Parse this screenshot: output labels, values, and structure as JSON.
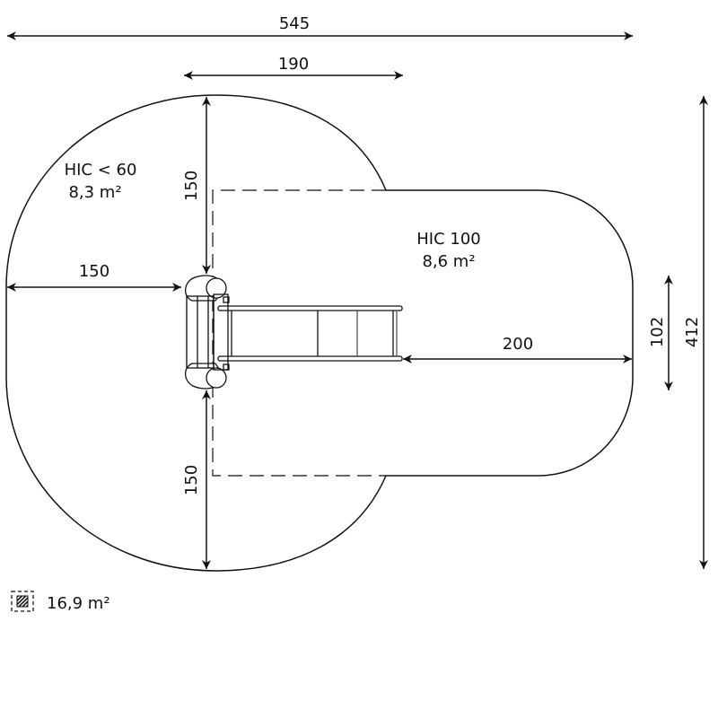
{
  "dimensions": {
    "total_width": "545",
    "equipment_width": "190",
    "top_depth": "150",
    "left_depth": "150",
    "bottom_depth": "150",
    "slide_exit": "200",
    "slide_width": "102",
    "total_height": "412"
  },
  "zones": {
    "hic60_label": "HIC < 60",
    "hic60_area": "8,3 m²",
    "hic100_label": "HIC 100",
    "hic100_area": "8,6 m²"
  },
  "legend": {
    "icon": "hatched-area-icon",
    "total_area": "16,9 m²"
  },
  "colors": {
    "line": "#111111"
  }
}
